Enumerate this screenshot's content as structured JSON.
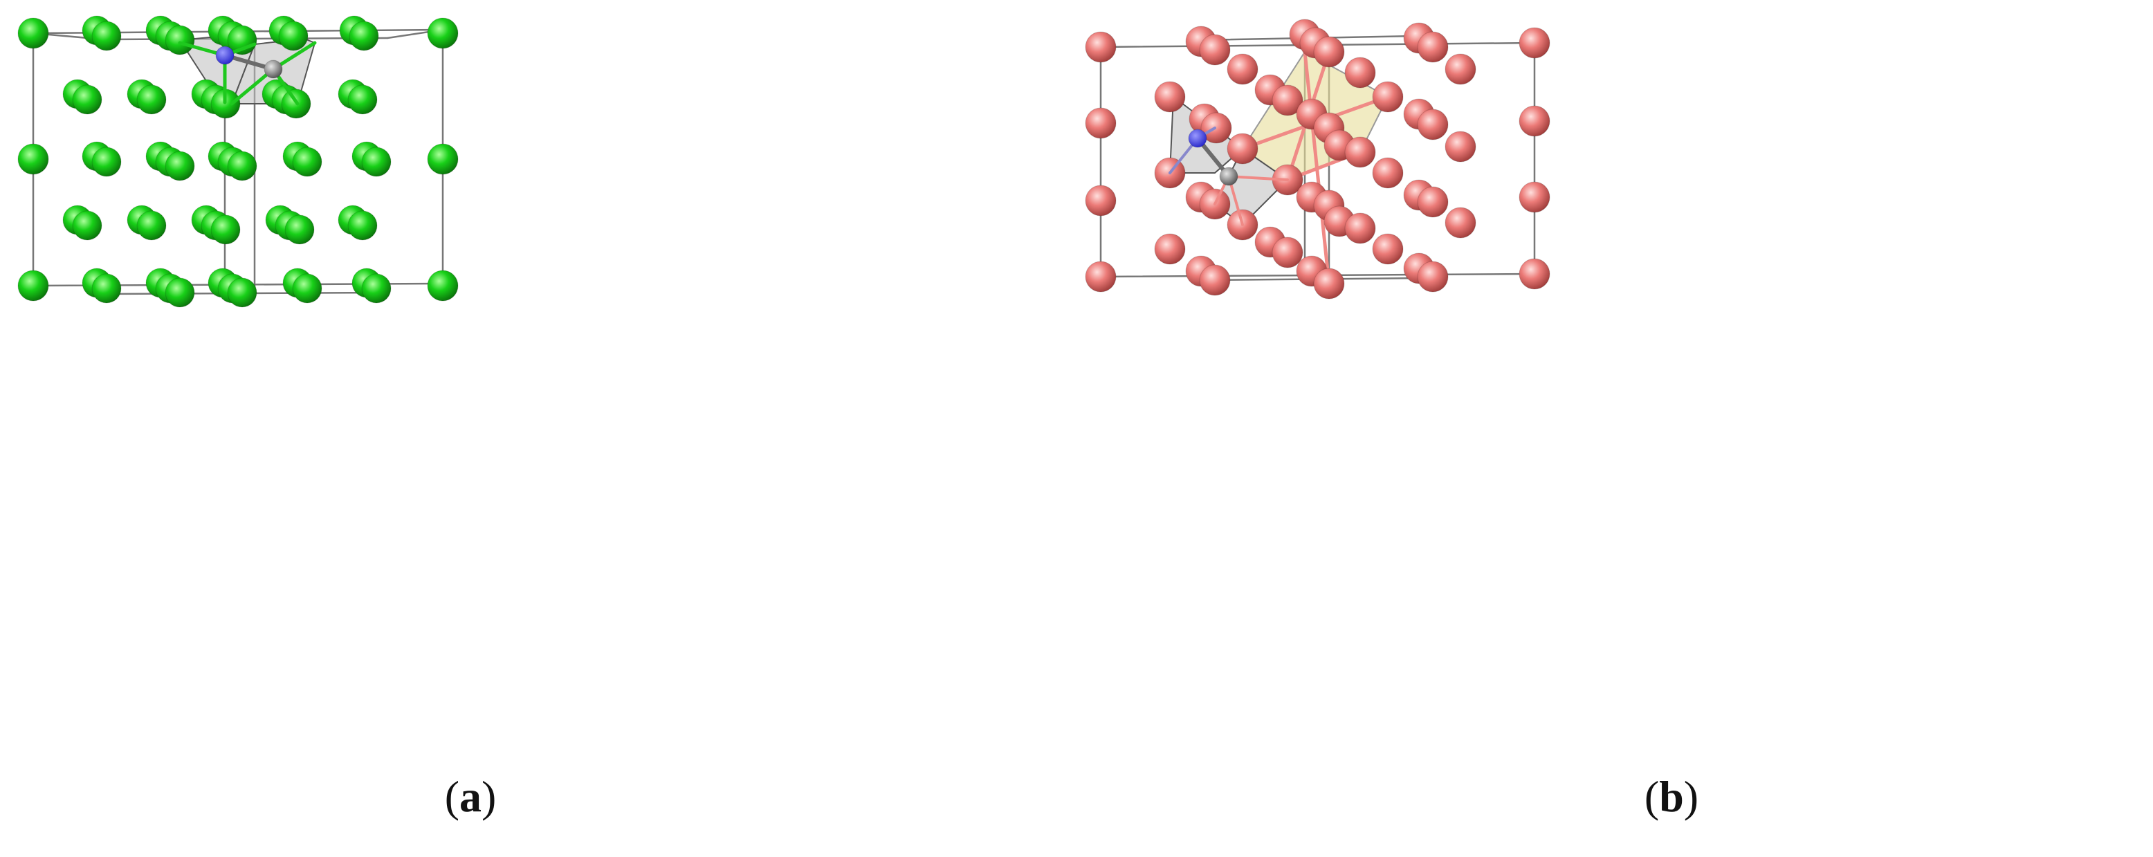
{
  "panels": [
    {
      "id": "a",
      "letter": "a",
      "atom_color": "#18d018",
      "atom_highlight": "#aaff9a",
      "atom_shadow": "#0a6e0a",
      "bond_color": "#1ec81e",
      "n_color": "#2323c8",
      "c_color": "#808080",
      "polyhedron_color": "#bdbdbd"
    },
    {
      "id": "b",
      "letter": "b",
      "atom_color": "#ec7b78",
      "atom_highlight": "#ffe0de",
      "atom_shadow": "#9c3a38",
      "bond_color": "#f08a86",
      "n_color": "#2323c8",
      "c_color": "#808080",
      "polyhedron_color": "#bdbdbd",
      "octahedron_color": "#e8dd9a"
    }
  ],
  "captions": {
    "a_open": "(",
    "a_letter": "a",
    "a_close": ")",
    "b_open": "(",
    "b_letter": "b",
    "b_close": ")"
  }
}
